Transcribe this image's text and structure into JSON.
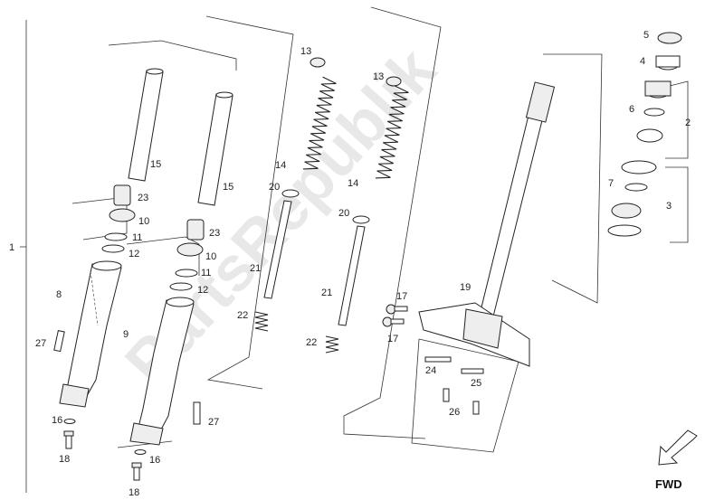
{
  "watermark": "PartsRepublik",
  "fwd_label": "FWD",
  "callouts": {
    "c1": "1",
    "c2": "2",
    "c3": "3",
    "c4": "4",
    "c5": "5",
    "c6": "6",
    "c7": "7",
    "c8": "8",
    "c9": "9",
    "c10a": "10",
    "c10b": "10",
    "c11a": "11",
    "c11b": "11",
    "c12a": "12",
    "c12b": "12",
    "c13a": "13",
    "c13b": "13",
    "c14a": "14",
    "c14b": "14",
    "c15a": "15",
    "c15b": "15",
    "c16a": "16",
    "c16b": "16",
    "c17a": "17",
    "c17b": "17",
    "c18a": "18",
    "c18b": "18",
    "c19": "19",
    "c20a": "20",
    "c20b": "20",
    "c21a": "21",
    "c21b": "21",
    "c22a": "22",
    "c22b": "22",
    "c23a": "23",
    "c23b": "23",
    "c24": "24",
    "c25": "25",
    "c26": "26",
    "c27a": "27",
    "c27b": "27"
  }
}
